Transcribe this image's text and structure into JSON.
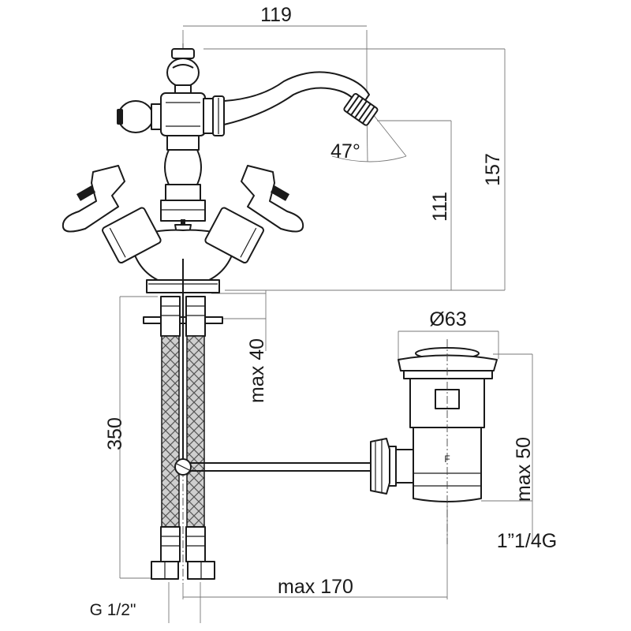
{
  "dimensions": {
    "spout_reach": "119",
    "total_height": "157",
    "spout_height": "111",
    "spout_angle": "47°",
    "max_thickness": "max 40",
    "hose_length": "350",
    "waste_diameter": "Ø63",
    "waste_max_depth": "max 50",
    "waste_thread": "1”1/4G",
    "rod_length": "max 170",
    "inlet_thread": "G 1/2\""
  },
  "waste_marking": "F",
  "colors": {
    "line": "#1a1a1a",
    "background": "#ffffff"
  }
}
